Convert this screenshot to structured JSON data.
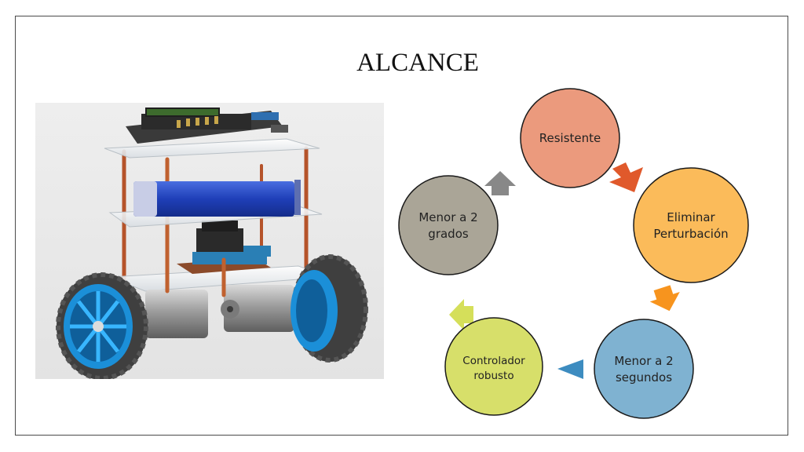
{
  "slide": {
    "title": "ALCANCE"
  },
  "robot_image": {
    "description_icon": "self-balancing-robot-illustration"
  },
  "cycle": {
    "nodes": [
      {
        "id": "resistente",
        "lines": [
          "Resistente"
        ],
        "color": "#eb9a7d"
      },
      {
        "id": "eliminar",
        "lines": [
          "Eliminar",
          "Perturbación"
        ],
        "color": "#fbbb5a"
      },
      {
        "id": "menor-2-seg",
        "lines": [
          "Menor a 2",
          "segundos"
        ],
        "color": "#7fb2d1"
      },
      {
        "id": "controlador",
        "lines": [
          "Controlador",
          "robusto"
        ],
        "color": "#d7df6a"
      },
      {
        "id": "menor-2-grad",
        "lines": [
          "Menor a 2",
          "grados"
        ],
        "color": "#aaa597"
      }
    ],
    "arrows": [
      {
        "color": "#e0592b"
      },
      {
        "color": "#f7941e"
      },
      {
        "color": "#3d8cc0"
      },
      {
        "color": "#d5df5a"
      },
      {
        "color": "#888888"
      }
    ]
  }
}
